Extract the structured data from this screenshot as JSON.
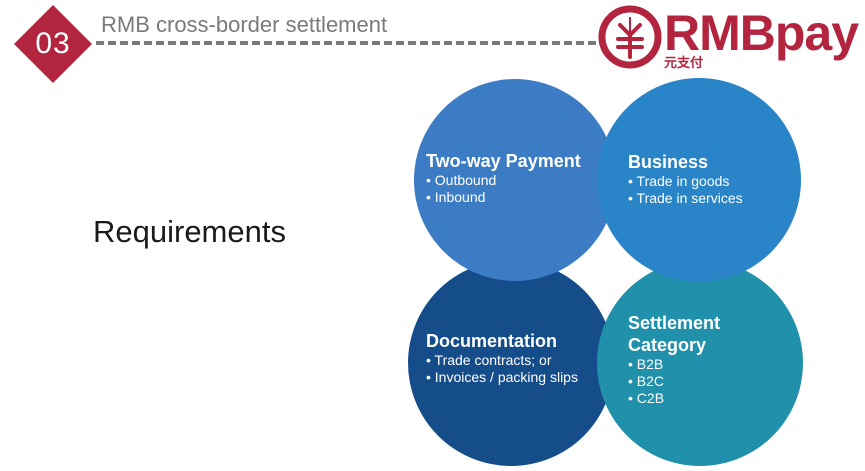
{
  "header": {
    "badge_number": "03",
    "title": "RMB cross-border settlement"
  },
  "logo": {
    "word": "RMBpay",
    "chinese": "元支付"
  },
  "main": {
    "heading": "Requirements"
  },
  "colors": {
    "badge": "#b3253e",
    "two_way_payment": "#3c7cc4",
    "business": "#2a84c8",
    "documentation": "#154d8a",
    "settlement_category": "#2190aa"
  },
  "circles": [
    {
      "title": "Two-way Payment",
      "items": [
        "• Outbound",
        "• Inbound"
      ]
    },
    {
      "title": "Business",
      "items": [
        "• Trade in goods",
        "• Trade in services"
      ]
    },
    {
      "title": "Documentation",
      "items": [
        "• Trade contracts; or",
        "• Invoices / packing slips"
      ]
    },
    {
      "title": "Settlement",
      "title2": "Category",
      "items": [
        "• B2B",
        "• B2C",
        "• C2B"
      ]
    }
  ]
}
